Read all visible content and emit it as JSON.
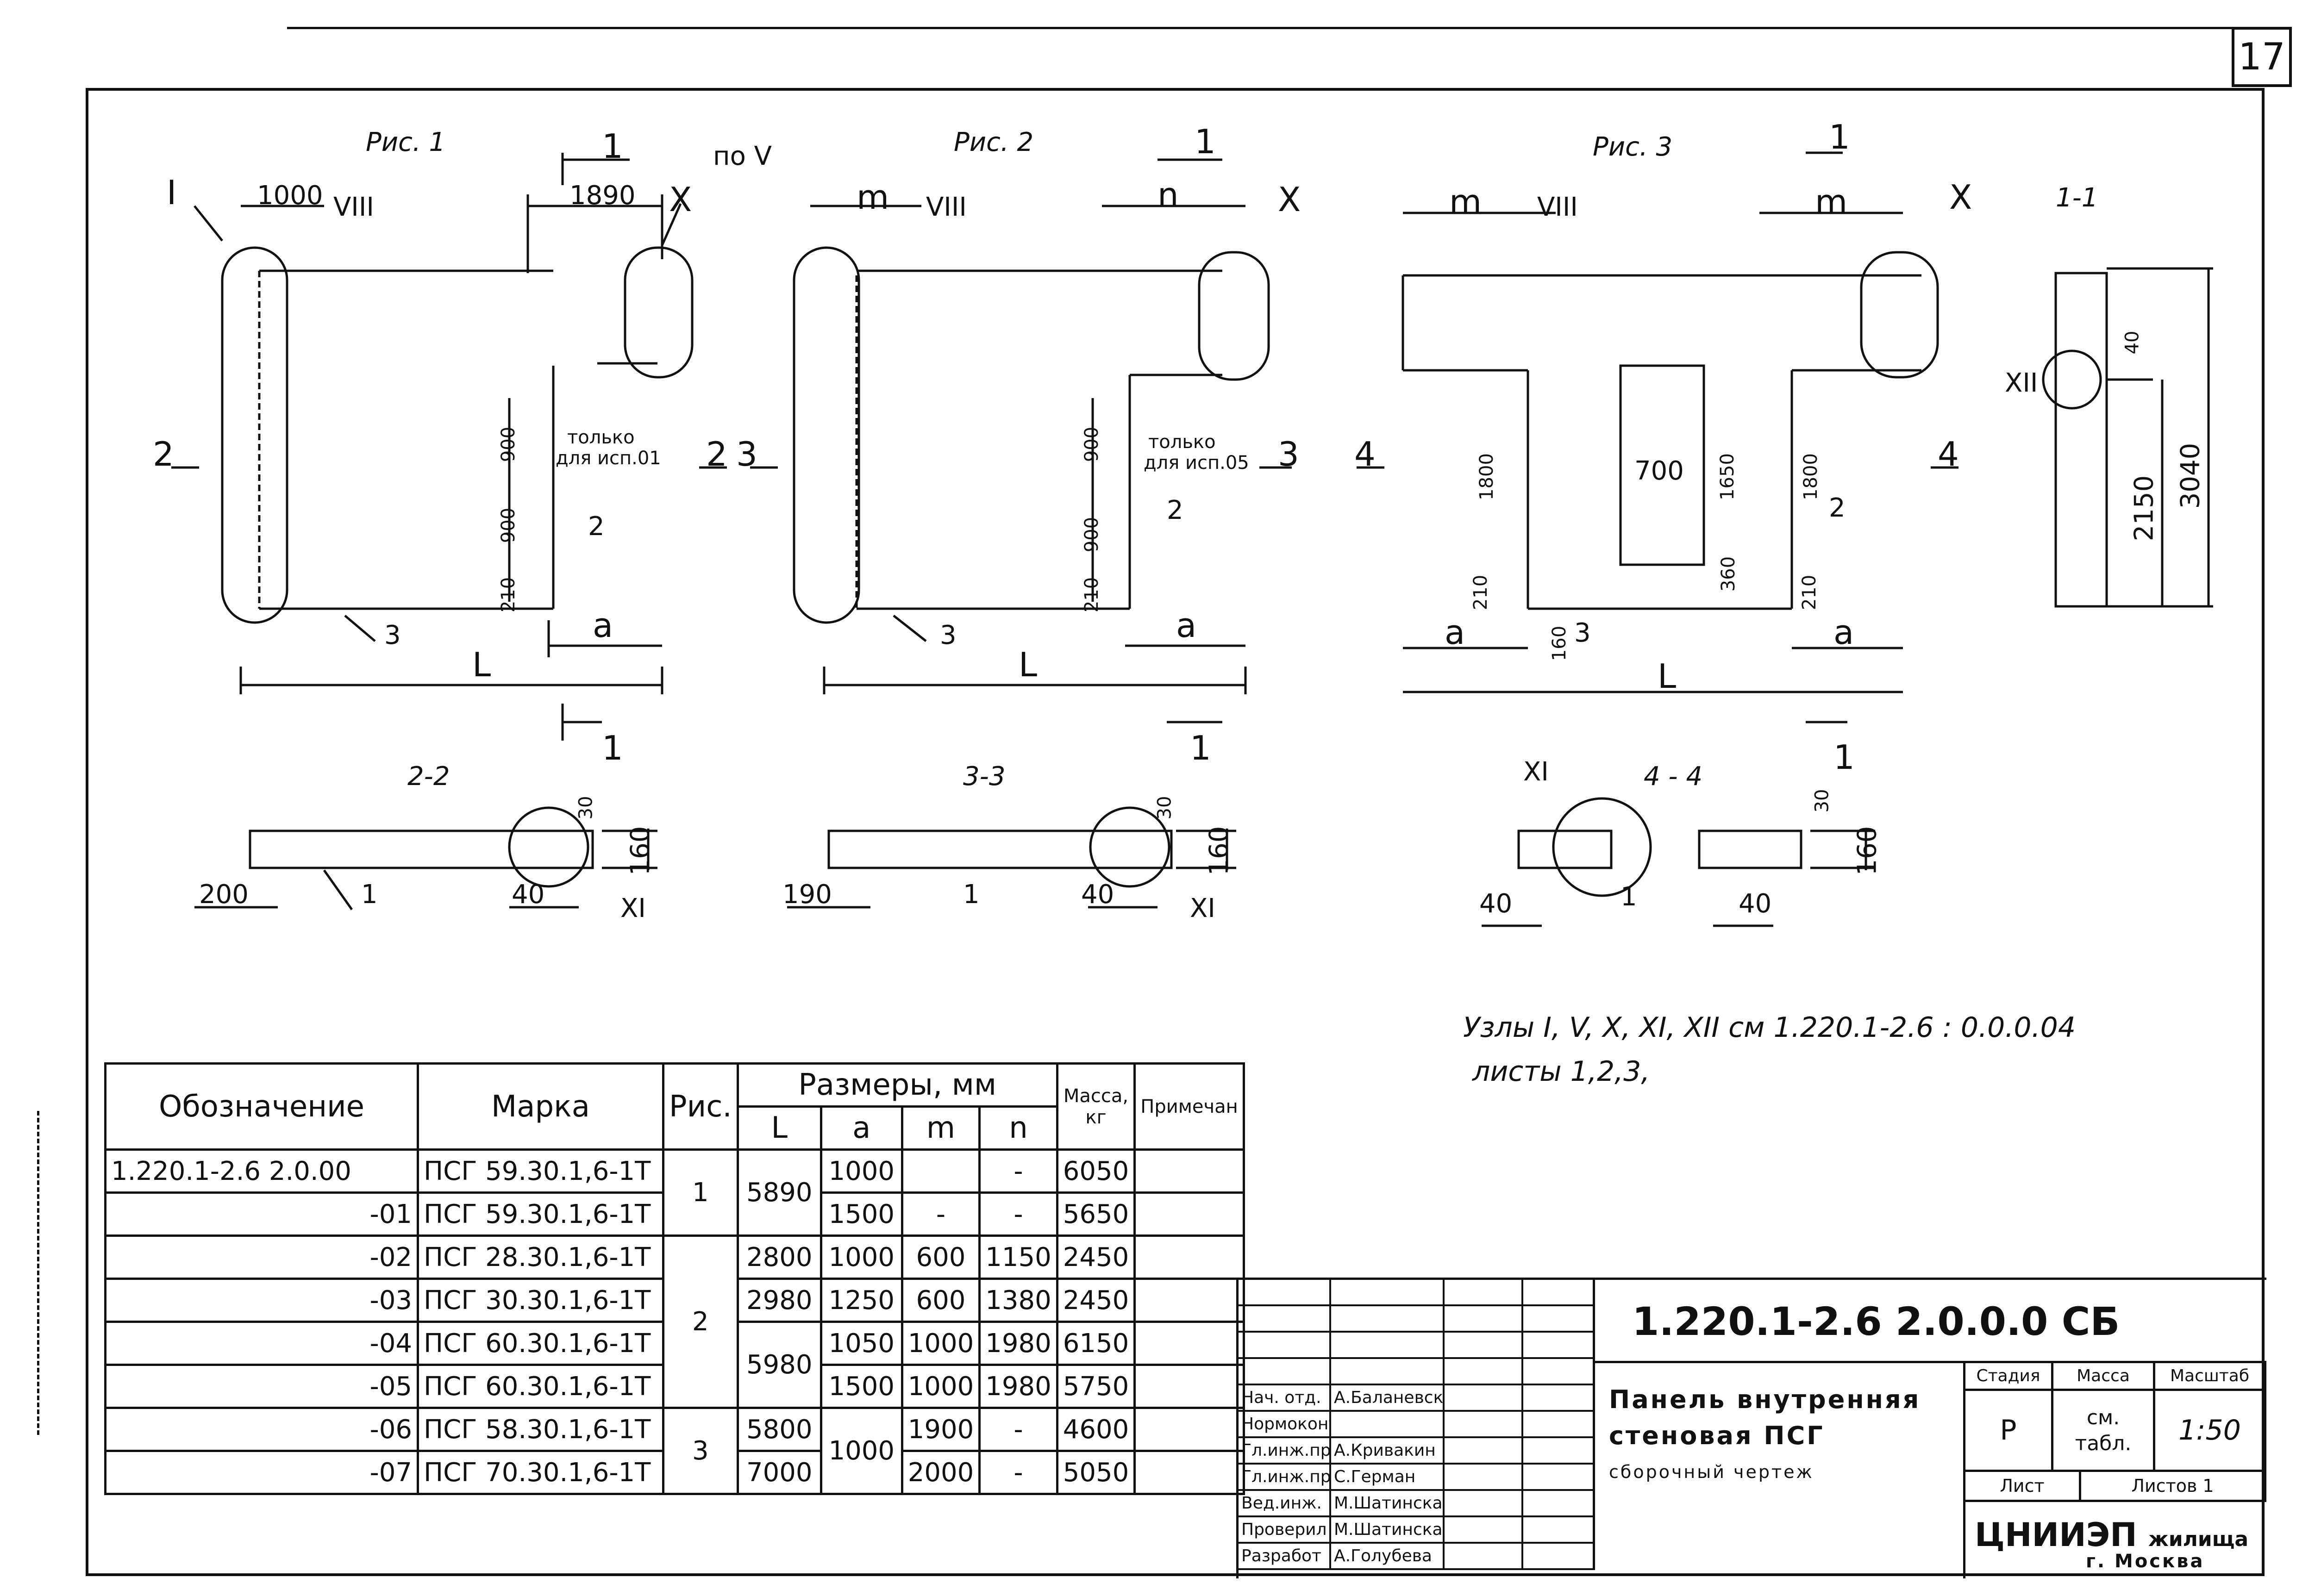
{
  "page_number": "17",
  "figures": {
    "fig1": {
      "title": "Рис. 1",
      "node_left": "I",
      "node_top": "VIII",
      "node_right": "X",
      "dim_left": "1000",
      "dim_right": "1890",
      "section_top": "1",
      "section_bottom": "1",
      "section_left": "2",
      "section_right": "2",
      "dim_900_upper": "900",
      "dim_900_lower": "900",
      "dim_210": "210",
      "only_note_1": "только",
      "only_note_2": "для исп.01",
      "callout_2": "2",
      "callout_3": "3",
      "dim_a": "a",
      "dim_L": "L"
    },
    "fig2": {
      "title": "Рис. 2",
      "node_left": "по V",
      "node_top": "VIII",
      "node_right": "X",
      "dim_m": "m",
      "dim_n": "n",
      "section_top": "1",
      "section_bottom": "1",
      "section_left": "3",
      "section_right": "3",
      "dim_900_upper": "900",
      "dim_900_lower": "900",
      "dim_210": "210",
      "only_note_1": "только",
      "only_note_2": "для исп.05",
      "callout_2": "2",
      "callout_3": "3",
      "dim_a": "a",
      "dim_L": "L"
    },
    "fig3": {
      "title": "Рис. 3",
      "node_top": "VIII",
      "node_right": "X",
      "dim_m_left": "m",
      "dim_m_right": "m",
      "section_top": "1",
      "section_bottom": "1",
      "section_left": "4",
      "section_right": "4",
      "dim_1800_left": "1800",
      "dim_1800_right": "1800",
      "dim_210_left": "210",
      "dim_210_right": "210",
      "dim_700": "700",
      "dim_1650": "1650",
      "dim_360": "360",
      "dim_160": "160",
      "callout_2": "2",
      "callout_3": "3",
      "dim_a_left": "a",
      "dim_a_right": "a",
      "dim_L": "L"
    },
    "sec11": {
      "title": "1-1",
      "node": "XII",
      "dim_40": "40",
      "dim_2150": "2150",
      "dim_3040": "3040"
    },
    "sec22": {
      "title": "2-2",
      "dim_200": "200",
      "dim_40": "40",
      "dim_30": "30",
      "dim_160": "160",
      "node": "XI",
      "callout": "1"
    },
    "sec33": {
      "title": "3-3",
      "dim_190": "190",
      "dim_40": "40",
      "dim_30": "30",
      "dim_160": "160",
      "node": "XI",
      "callout": "1"
    },
    "sec44": {
      "title": "4 - 4",
      "node": "XI",
      "dim_40_left": "40",
      "dim_40_right": "40",
      "dim_30": "30",
      "dim_160": "160",
      "callout": "1"
    }
  },
  "nodes_note": {
    "line1": "Узлы I, V, X, XI, XII см 1.220.1-2.6 : 0.0.0.04",
    "line2": "листы 1,2,3,"
  },
  "spec_table": {
    "headers": {
      "designation": "Обозначение",
      "mark": "Марка",
      "fig": "Рис.",
      "sizes": "Размеры, мм",
      "L": "L",
      "a": "a",
      "m": "m",
      "n": "n",
      "mass": "Масса, кг",
      "note": "Примечан"
    },
    "rows": [
      {
        "designation": "1.220.1-2.6 2.0.00",
        "mark": "ПСГ 59.30.1,6-1Т",
        "a": "1000",
        "m": "",
        "n": "-",
        "mass": "6050"
      },
      {
        "designation": "-01",
        "mark": "ПСГ 59.30.1,6-1Т",
        "a": "1500",
        "m": "-",
        "n": "-",
        "mass": "5650"
      },
      {
        "designation": "-02",
        "mark": "ПСГ 28.30.1,6-1Т",
        "a": "1000",
        "m": "600",
        "n": "1150",
        "mass": "2450"
      },
      {
        "designation": "-03",
        "mark": "ПСГ 30.30.1,6-1Т",
        "a": "1250",
        "m": "600",
        "n": "1380",
        "mass": "2450"
      },
      {
        "designation": "-04",
        "mark": "ПСГ 60.30.1,6-1Т",
        "a": "1050",
        "m": "1000",
        "n": "1980",
        "mass": "6150"
      },
      {
        "designation": "-05",
        "mark": "ПСГ 60.30.1,6-1Т",
        "a": "1500",
        "m": "1000",
        "n": "1980",
        "mass": "5750"
      },
      {
        "designation": "-06",
        "mark": "ПСГ 58.30.1,6-1Т",
        "m": "1900",
        "n": "-",
        "mass": "4600"
      },
      {
        "designation": "-07",
        "mark": "ПСГ 70.30.1,6-1Т",
        "m": "2000",
        "n": "-",
        "mass": "5050"
      }
    ],
    "fig_groups": [
      "1",
      "2",
      "3"
    ],
    "L_groups": [
      "5890",
      "2800",
      "2980",
      "5980",
      "5800",
      "7000"
    ],
    "a_group_3": "1000"
  },
  "title_block": {
    "doc_code": "1.220.1-2.6 2.0.0.0 СБ",
    "name_line1": "Панель внутренняя",
    "name_line2": "стеновая   ПСГ",
    "name_line3": "сборочный чертеж",
    "stage_label": "Стадия",
    "mass_label": "Масса",
    "scale_label": "Масштаб",
    "stage_value": "Р",
    "mass_value_1": "см.",
    "mass_value_2": "табл.",
    "scale_value": "1:50",
    "sheet_label": "Лист",
    "sheets_label": "Листов 1",
    "org_1": "ЦНИИЭП",
    "org_2": "жилища",
    "org_3": "г. Москва",
    "signatures": [
      {
        "role": "",
        "name": ""
      },
      {
        "role": "",
        "name": ""
      },
      {
        "role": "",
        "name": ""
      },
      {
        "role": "",
        "name": ""
      },
      {
        "role": "Нач. отд.",
        "name": "А.Баланевски"
      },
      {
        "role": "Нормоконтр",
        "name": ""
      },
      {
        "role": "Гл.инж.пр.",
        "name": "А.Кривакин"
      },
      {
        "role": "Гл.инж.пр.",
        "name": "С.Герман"
      },
      {
        "role": "Вед.инж.",
        "name": "М.Шатинская"
      },
      {
        "role": "Проверил",
        "name": "М.Шатинская"
      },
      {
        "role": "Разработ",
        "name": "А.Голубева"
      }
    ]
  }
}
